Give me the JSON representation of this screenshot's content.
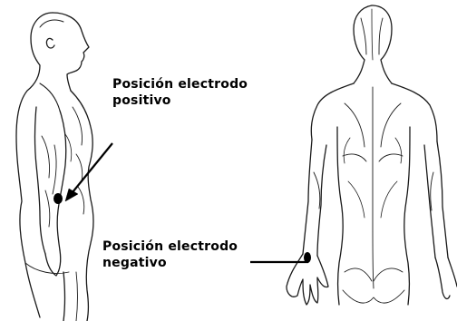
{
  "labels": {
    "positive": {
      "line1": "Posición electrodo",
      "line2": "positivo"
    },
    "negative": {
      "line1": "Posición electrodo",
      "line2": "negativo"
    }
  },
  "colors": {
    "ink": "#1a1a1a",
    "electrode": "#000000",
    "background": "#ffffff"
  },
  "figures": [
    "side-view-body-outline",
    "back-view-body-outline"
  ]
}
